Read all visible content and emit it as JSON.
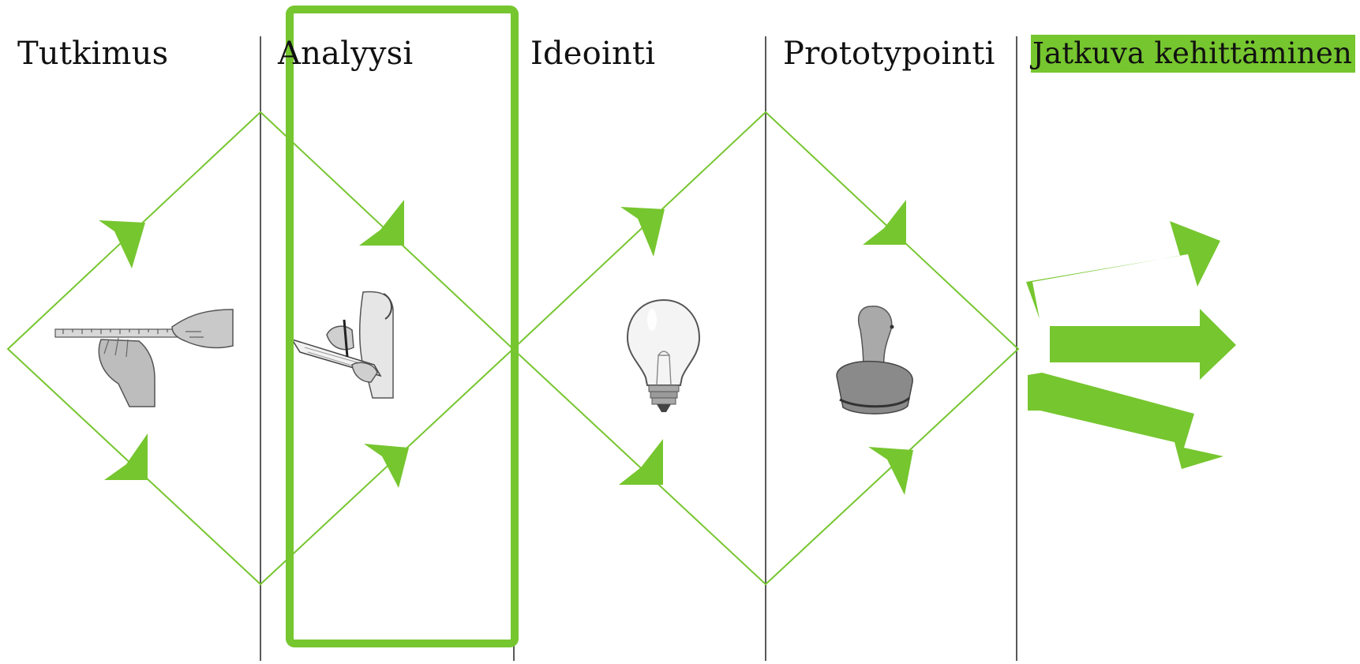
{
  "phases": [
    {
      "label": "Tutkimus",
      "image": "measuring-tape-hands"
    },
    {
      "label": "Analyysi",
      "image": "doctor-writing-notes"
    },
    {
      "label": "Ideointi",
      "image": "light-bulb"
    },
    {
      "label": "Prototypointi",
      "image": "rubber-stamp"
    },
    {
      "label": "Jatkuva kehittäminen",
      "image": "three-arrows",
      "highlighted": true
    }
  ],
  "highlighted_phase": "Analyysi",
  "colors": {
    "accent": "#76c62f",
    "line": "#76c62f",
    "divider": "#222222",
    "text": "#111111",
    "background": "#ffffff"
  }
}
